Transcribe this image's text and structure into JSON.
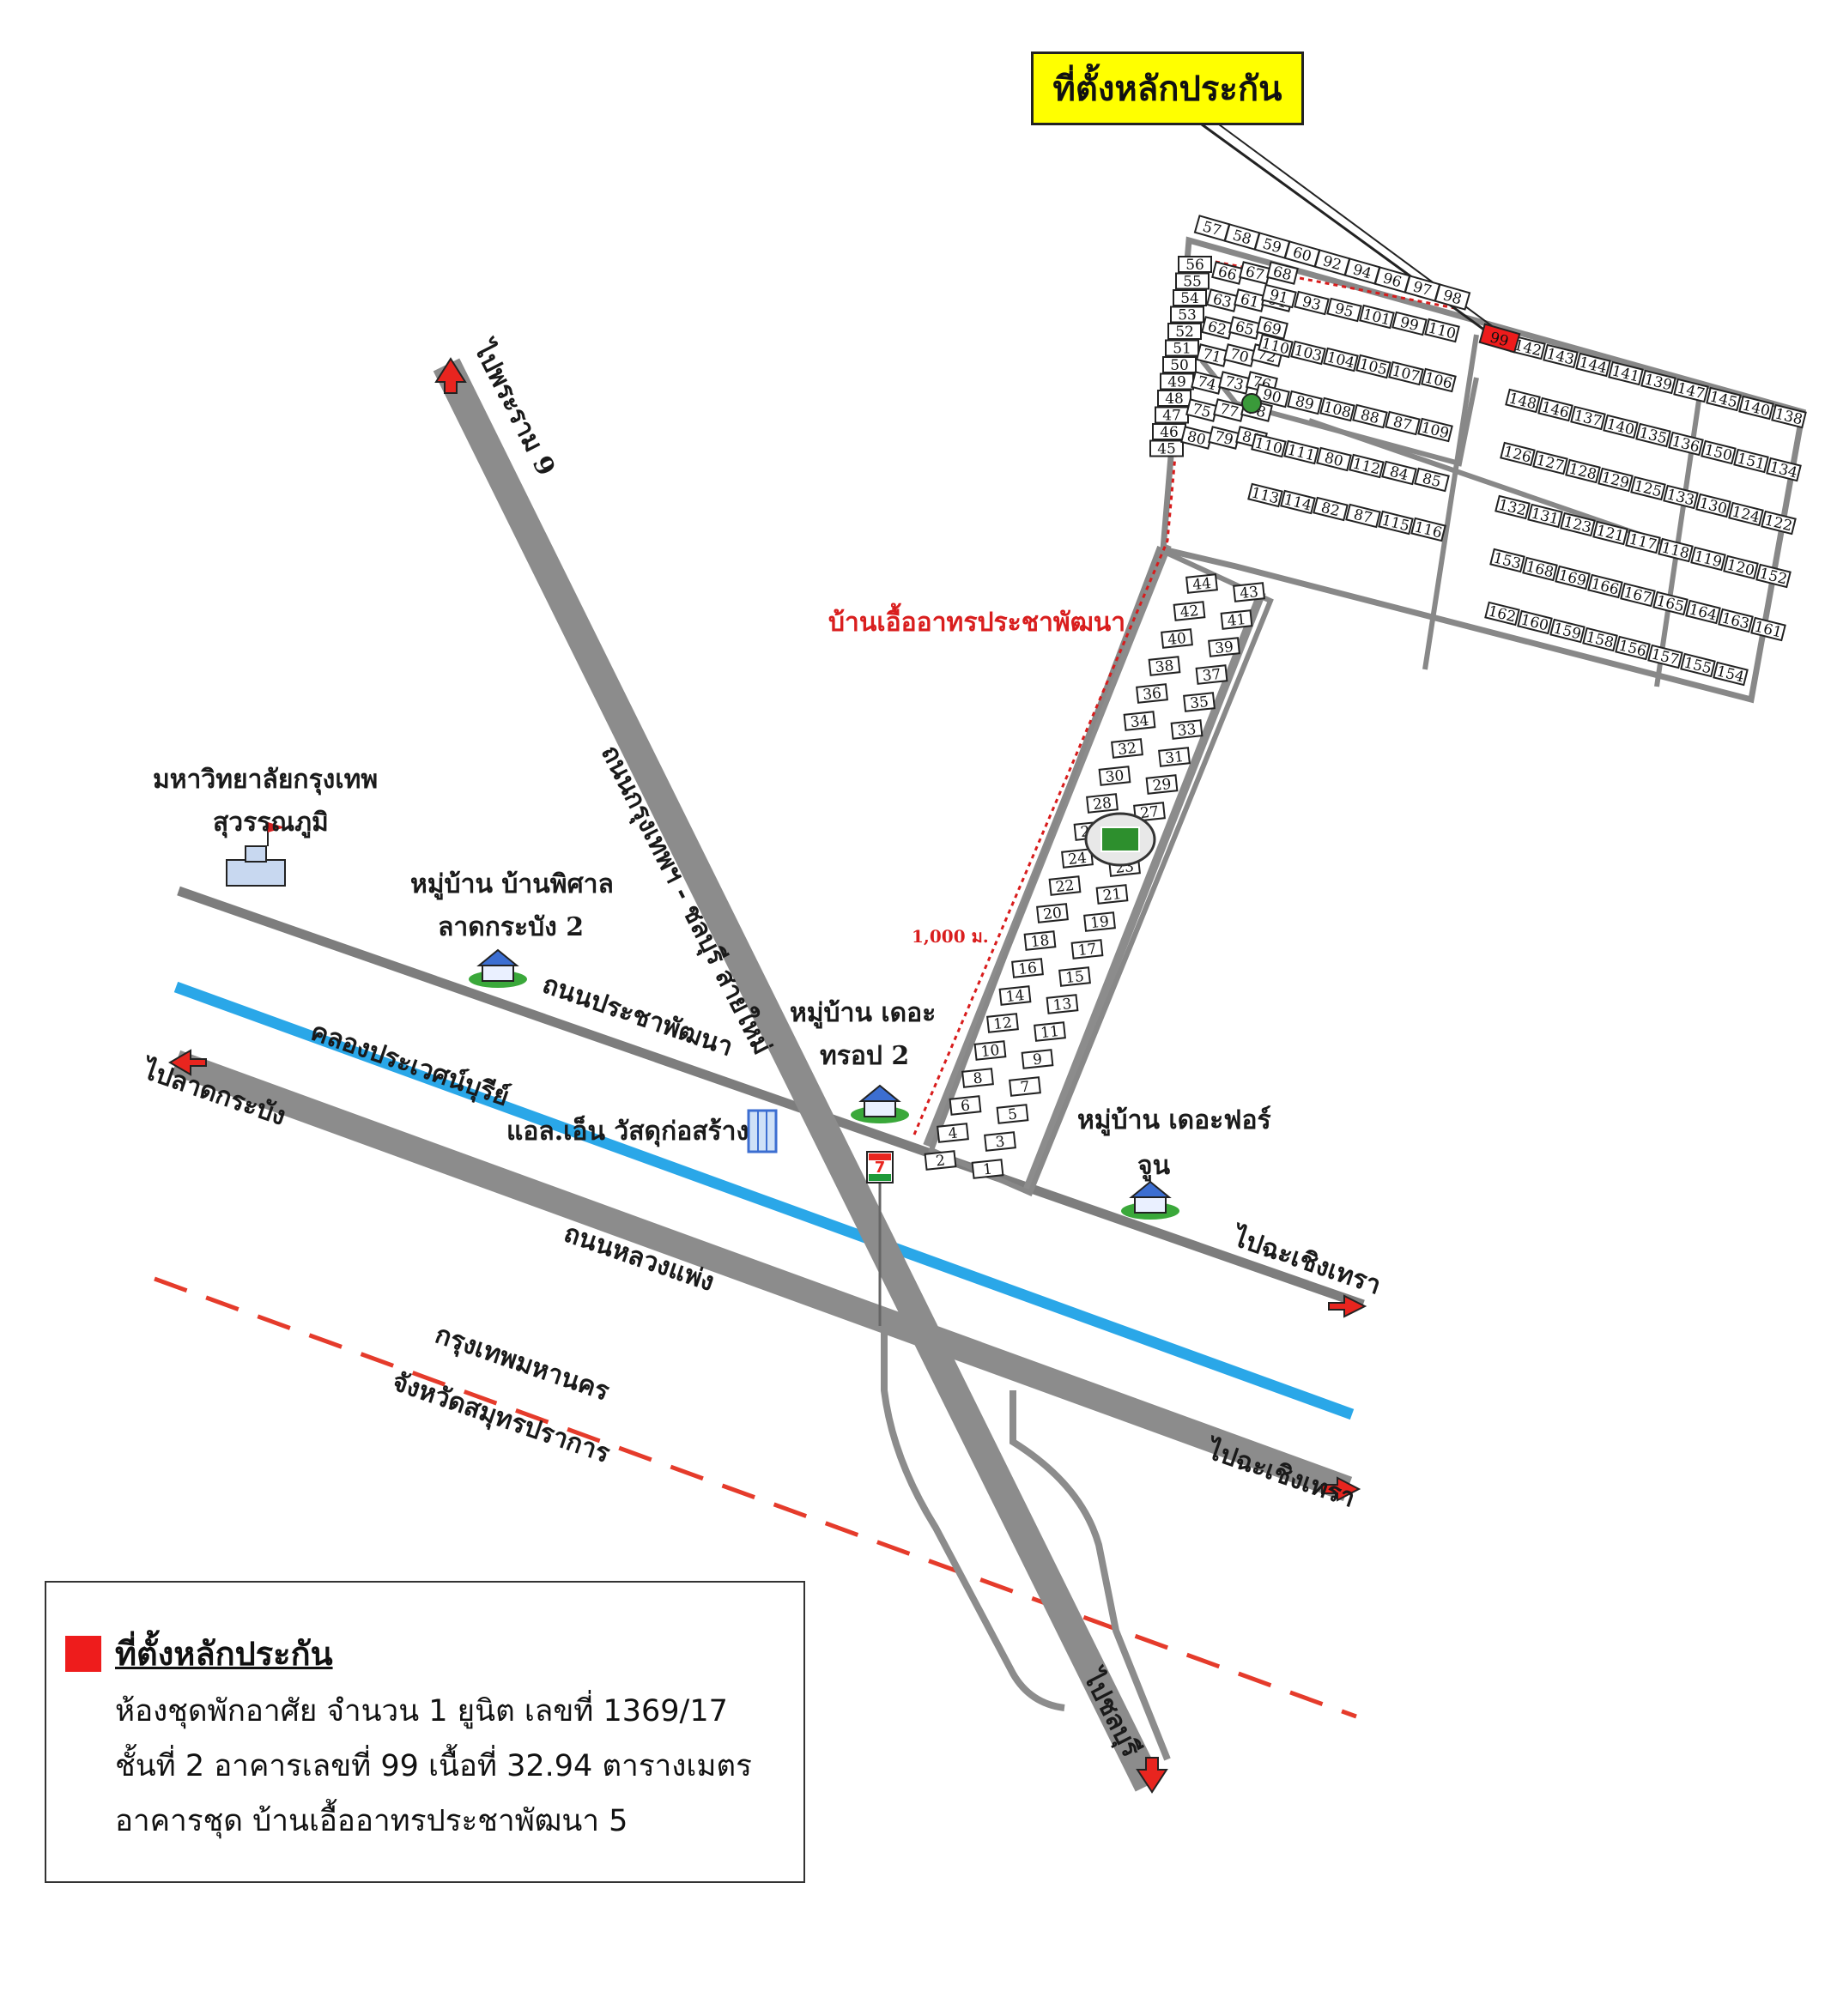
{
  "callout": {
    "title": "ที่ตั้งหลักประกัน"
  },
  "legend": {
    "title": "ที่ตั้งหลักประกัน",
    "swatch_color": "#ee1c1c",
    "lines": [
      "ห้องชุดพักอาศัย จำนวน 1 ยูนิต เลขที่ 1369/17",
      "ชั้นที่ 2 อาคารเลขที่ 99 เนื้อที่ 32.94 ตารางเมตร",
      "อาคารชุด บ้านเอื้ออาทรประชาพัฒนา 5"
    ]
  },
  "labels": {
    "to_rama9": "ไปพระราม 9",
    "road_krungthep_chonburi": "ถนนกรุงเทพฯ - ชลบุรี สายใหม่",
    "project_name": "บ้านเอื้ออาทรประชาพัฒนา",
    "university": "มหาวิทยาลัยกรุงเทพ",
    "university_campus": "สุวรรณภูมิ",
    "village_phisan": "หมู่บ้าน บ้านพิศาล",
    "village_phisan_2": "ลาดกระบัง 2",
    "road_prachaphatthana": "ถนนประชาพัฒนา",
    "canal_prawet": "คลองประเวศน์บุรีย์",
    "to_latkrabang": "ไปลาดกระบัง",
    "village_trop": "หมู่บ้าน เดอะ",
    "village_trop_2": "ทรอป 2",
    "ln_store": "แอล.เอ็น วัสดุก่อสร้าง",
    "village_fortune": "หมู่บ้าน เดอะฟอร์",
    "village_fortune_2": "จูน",
    "distance": "1,000 ม.",
    "to_chachoengsao": "ไปฉะเชิงเทรา",
    "road_luang_phaeng": "ถนนหลวงแพ่ง",
    "bangkok": "กรุงเทพมหานคร",
    "samut_prakan": "จังหวัดสมุทรปราการ",
    "to_chachoengsao_2": "ไปฉะเชิงเทรา",
    "to_chonburi": "ไปชลบุรี",
    "seven_eleven": "7"
  },
  "colors": {
    "road": "#8c8c8c",
    "canal": "#2aa7e8",
    "boundary": "#e53b2b",
    "arrow": "#e8251f",
    "callout_bg": "#ffff00",
    "project_label": "#d91e1e"
  },
  "lots": {
    "top_row": [
      "57",
      "58",
      "59",
      "60",
      "92",
      "94",
      "96",
      "97",
      "98"
    ],
    "left_col": [
      "56",
      "55",
      "54",
      "53",
      "52",
      "51",
      "50",
      "49",
      "48",
      "47",
      "46",
      "45"
    ],
    "upper_mid": [
      "66",
      "67",
      "68",
      "63",
      "61",
      "64",
      "62",
      "65",
      "69",
      "71",
      "70",
      "72",
      "74",
      "73",
      "76",
      "75",
      "77",
      "78",
      "80",
      "79",
      "81"
    ],
    "center": [
      "91",
      "93",
      "95",
      "101",
      "99",
      "110",
      "110",
      "103",
      "104",
      "105",
      "107",
      "106",
      "90",
      "89",
      "108",
      "88",
      "87",
      "109",
      "110",
      "111",
      "80",
      "112",
      "84",
      "85",
      "113",
      "114",
      "82",
      "87",
      "115",
      "116"
    ],
    "right_block": [
      "142",
      "143",
      "144",
      "141",
      "139",
      "147",
      "145",
      "140",
      "138",
      "148",
      "146",
      "137",
      "140",
      "135",
      "136",
      "150",
      "151",
      "134",
      "126",
      "127",
      "128",
      "129",
      "125",
      "133",
      "130",
      "124",
      "122",
      "132",
      "131",
      "123",
      "121",
      "117",
      "118",
      "119",
      "120",
      "152",
      "153",
      "168",
      "169",
      "166",
      "167",
      "165",
      "164",
      "163",
      "161",
      "162",
      "160",
      "159",
      "158",
      "156",
      "157",
      "155",
      "154"
    ],
    "tail_block": [
      "44",
      "43",
      "42",
      "41",
      "40",
      "39",
      "38",
      "37",
      "36",
      "35",
      "34",
      "33",
      "32",
      "31",
      "30",
      "29",
      "28",
      "27",
      "26",
      "25",
      "24",
      "23",
      "22",
      "21",
      "20",
      "19",
      "18",
      "17",
      "16",
      "15",
      "14",
      "13",
      "12",
      "11",
      "10",
      "9",
      "8",
      "7",
      "6",
      "5",
      "4",
      "3",
      "2",
      "1"
    ],
    "collateral": "99"
  }
}
